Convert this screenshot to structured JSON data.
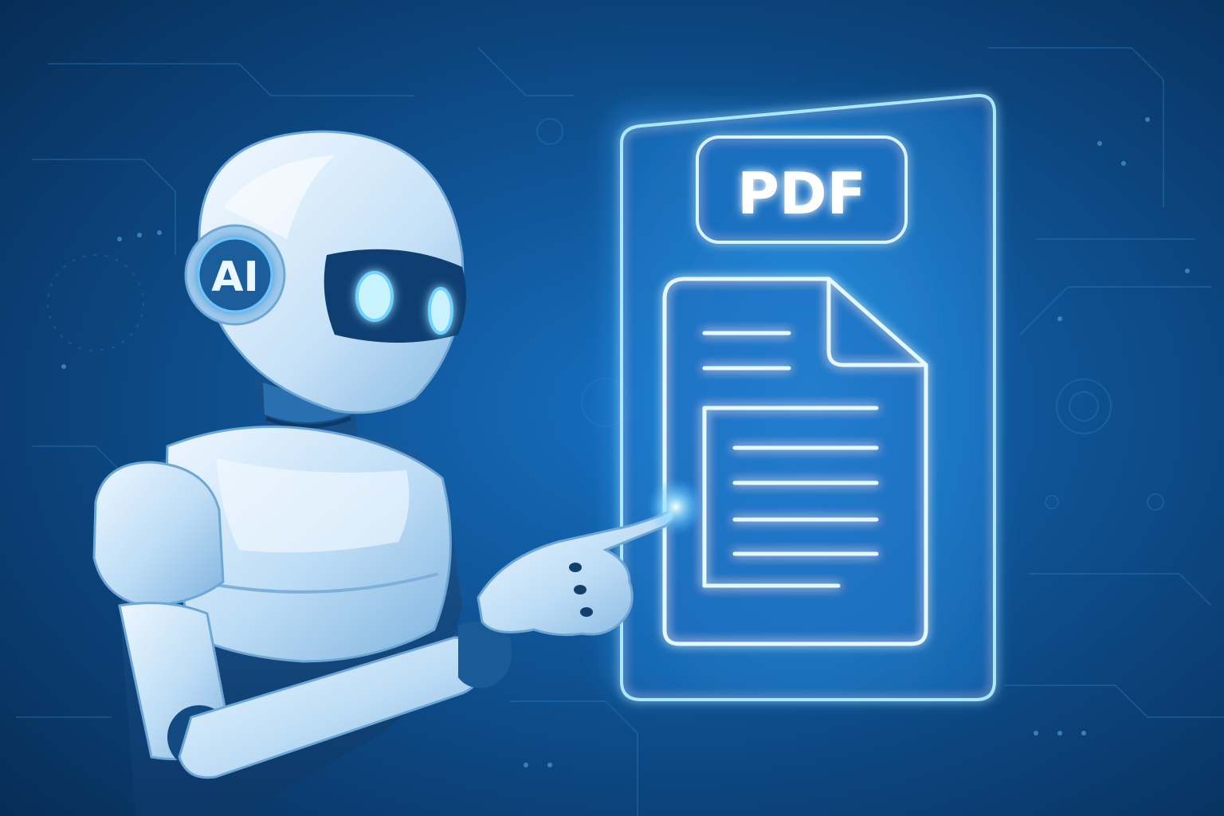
{
  "scene": {
    "background_color": "#0d4a86",
    "glow_color": "#7fd4ff",
    "robot_color": "#d8ecfb"
  },
  "robot": {
    "ear_badge_text": "AI",
    "head_icon": "robot-head",
    "eye_icon": "glowing-eyes"
  },
  "pdf_panel": {
    "badge_text": "PDF",
    "document_icon": "document-icon"
  }
}
